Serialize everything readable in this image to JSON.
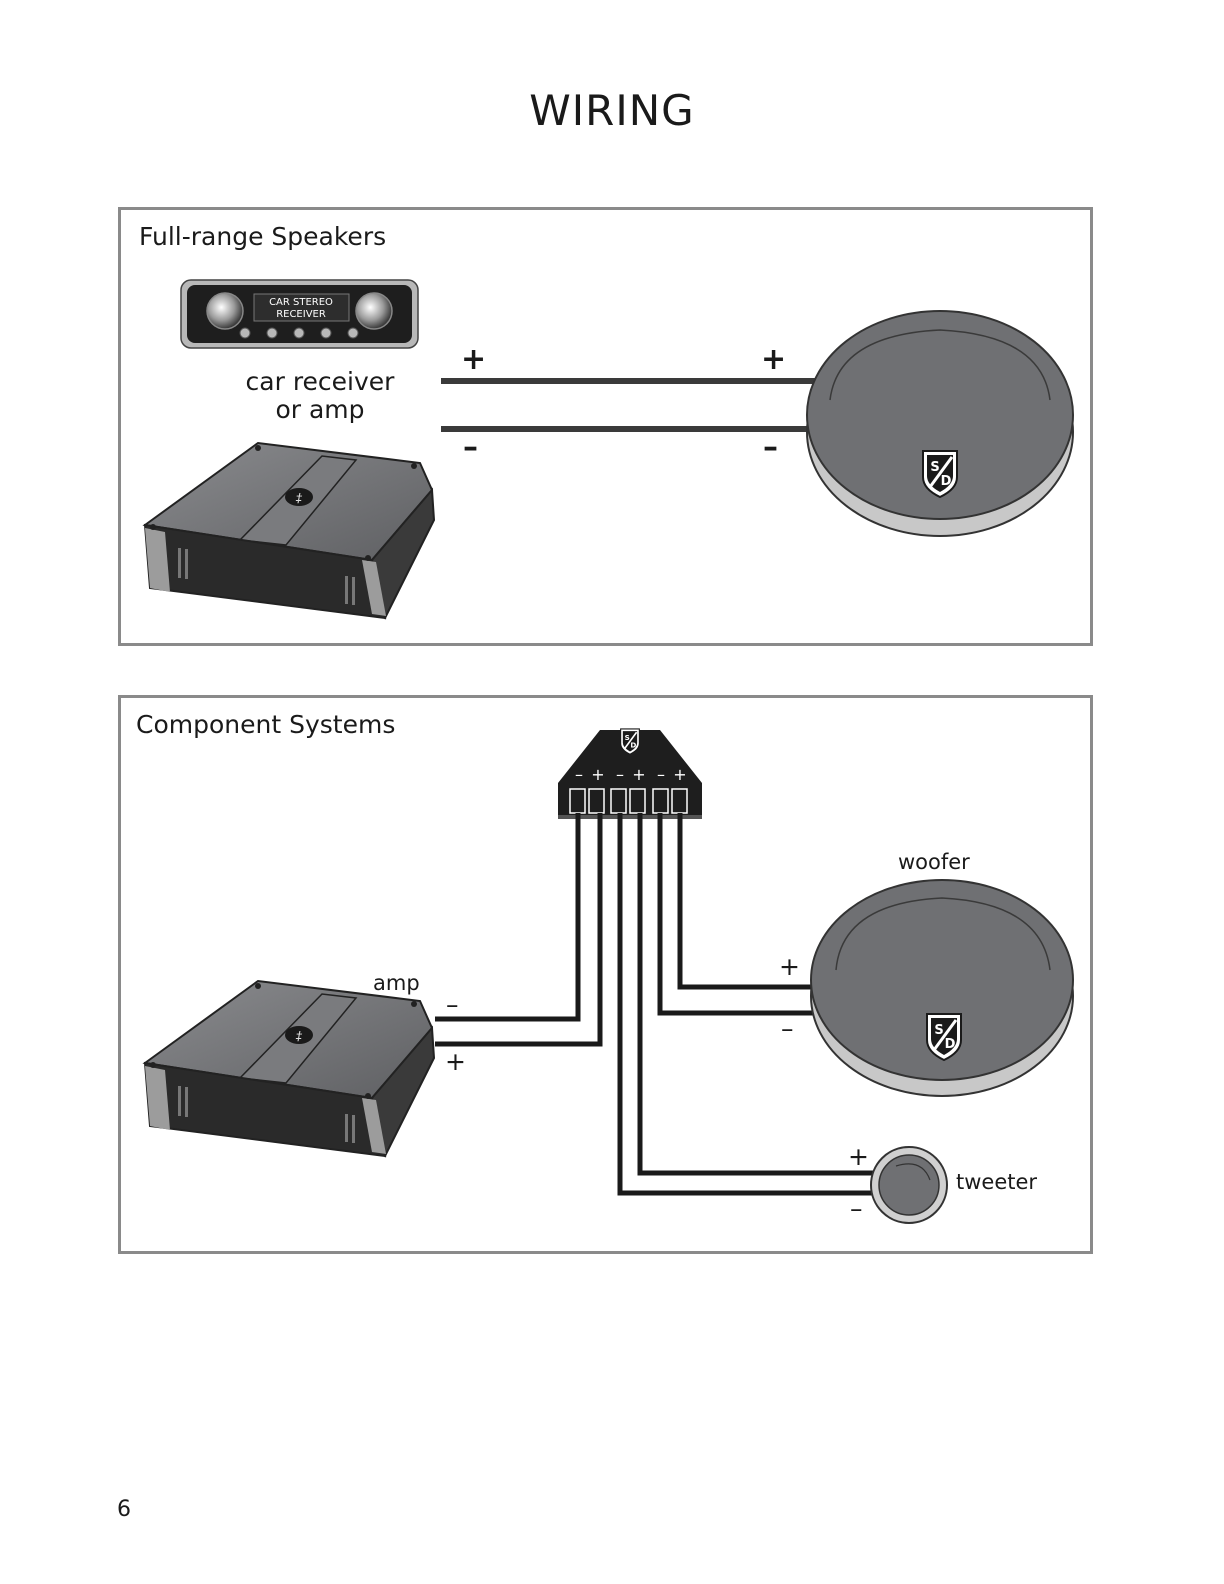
{
  "page": {
    "title": "WIRING",
    "page_number": "6"
  },
  "full_range": {
    "title": "Full-range Speakers",
    "receiver_display_line1": "CAR STEREO",
    "receiver_display_line2": "RECEIVER",
    "source_label_line1": "car receiver",
    "source_label_line2": "or amp",
    "plus_sign": "+",
    "minus_sign": "–"
  },
  "component": {
    "title": "Component Systems",
    "crossover_terminals": [
      "–",
      "+",
      "–",
      "+",
      "–",
      "+"
    ],
    "woofer_label": "woofer",
    "amp_label": "amp",
    "tweeter_label": "tweeter",
    "plus_sign": "+",
    "minus_sign": "–"
  },
  "colors": {
    "speaker_face": "#6f7073",
    "speaker_rim": "#c8c8c8",
    "device_dark": "#2b2b2b",
    "device_gray": "#6d6e71",
    "wire": "#1a1a1a",
    "panel_border": "#8a8a8a"
  }
}
